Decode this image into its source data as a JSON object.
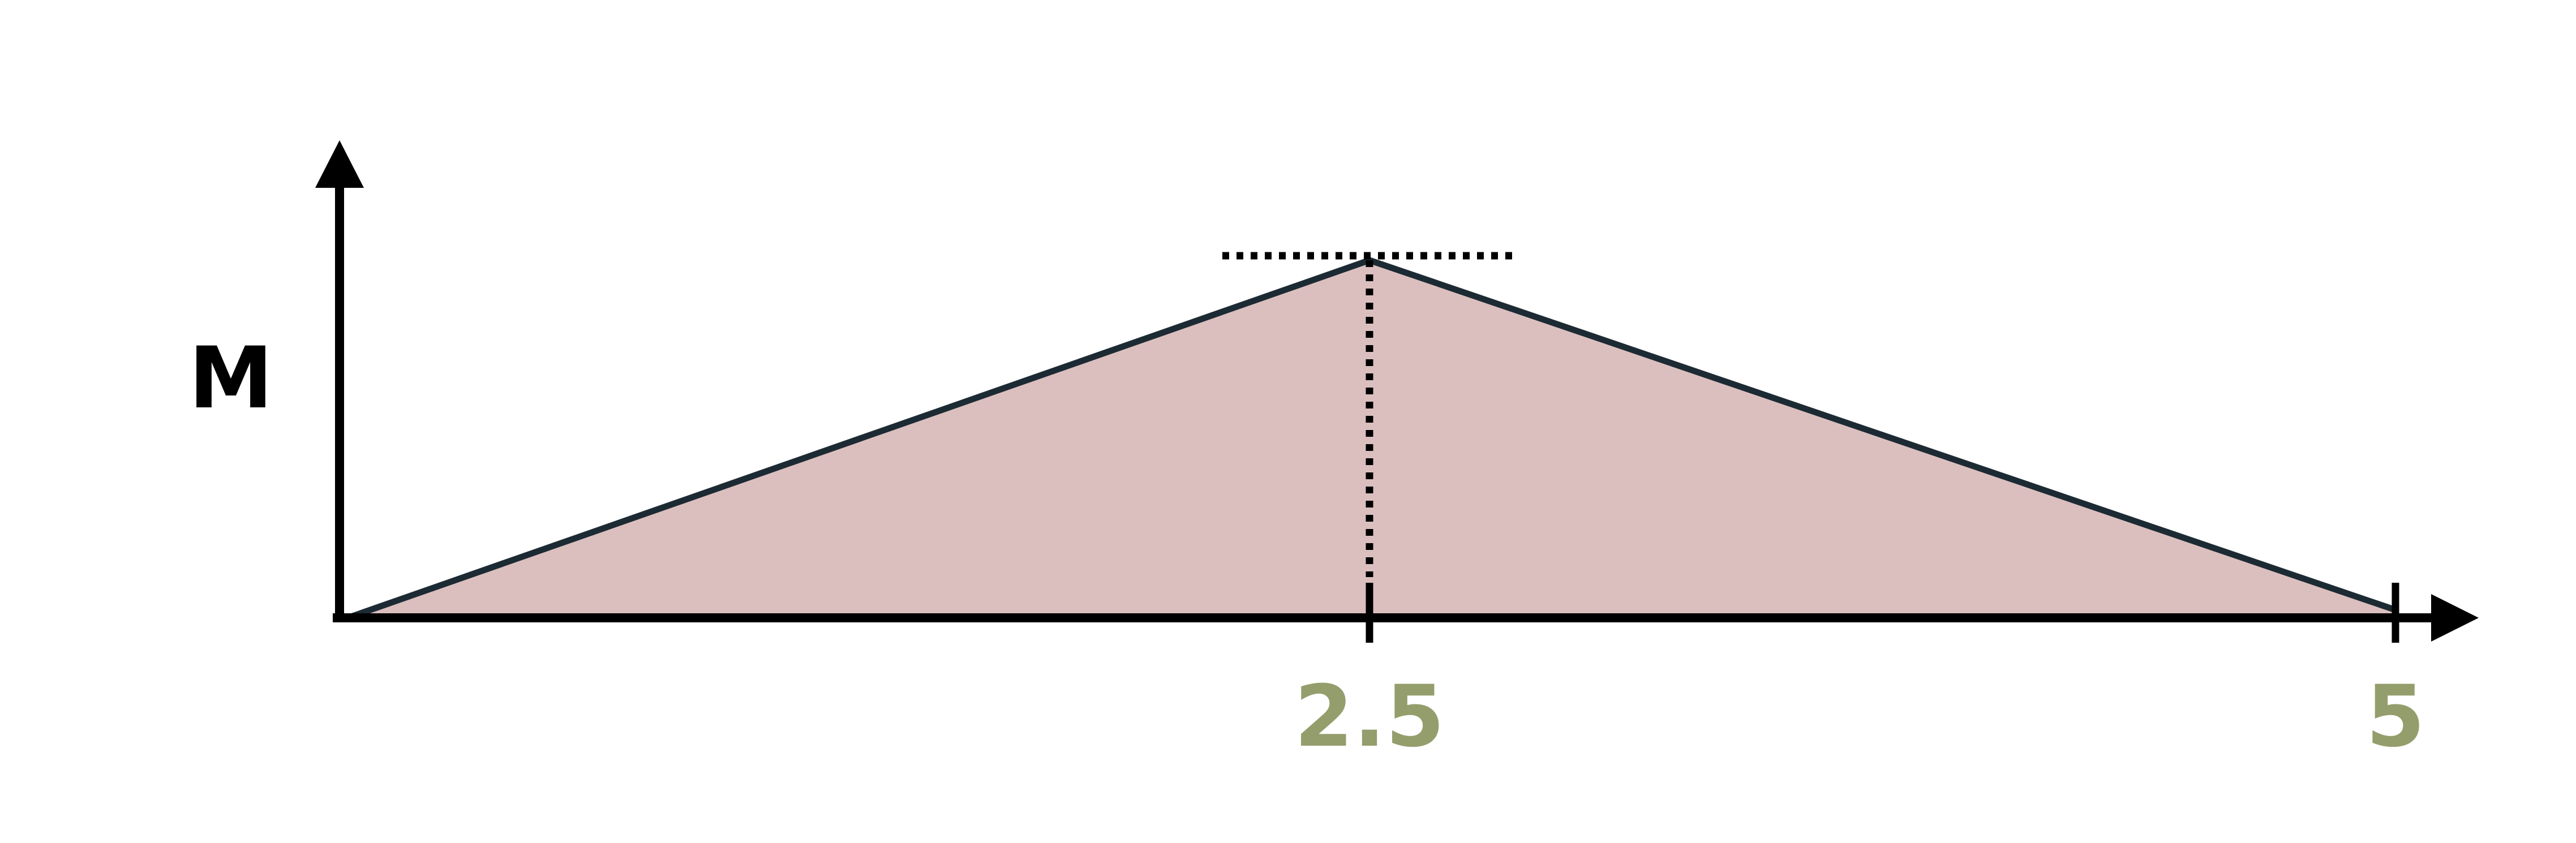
{
  "diagram": {
    "y_axis_label": "M",
    "x_tick_labels": [
      "2.5",
      "5"
    ],
    "colors": {
      "fill": "#dbbfbf",
      "outline": "#1c2a33",
      "axis": "#000000",
      "tick_label": "#949e6c"
    }
  }
}
